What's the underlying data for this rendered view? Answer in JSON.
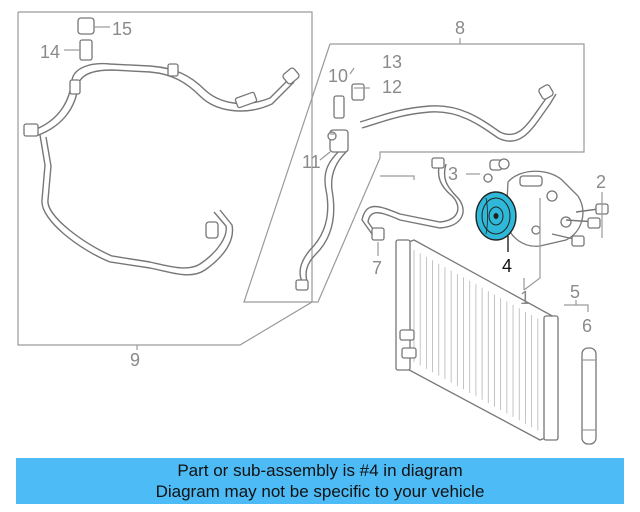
{
  "callouts": {
    "c1": "1",
    "c2": "2",
    "c3": "3",
    "c4": "4",
    "c5": "5",
    "c6": "6",
    "c7": "7",
    "c8": "8",
    "c9": "9",
    "c10": "10",
    "c11": "11",
    "c12": "12",
    "c13": "13",
    "c14": "14",
    "c15": "15"
  },
  "highlight_color": "#2fb8d8",
  "banner": {
    "line1": "Part or sub-assembly is #4 in diagram",
    "line2": "Diagram may not be specific to your vehicle",
    "color": "#4dbbf5"
  }
}
